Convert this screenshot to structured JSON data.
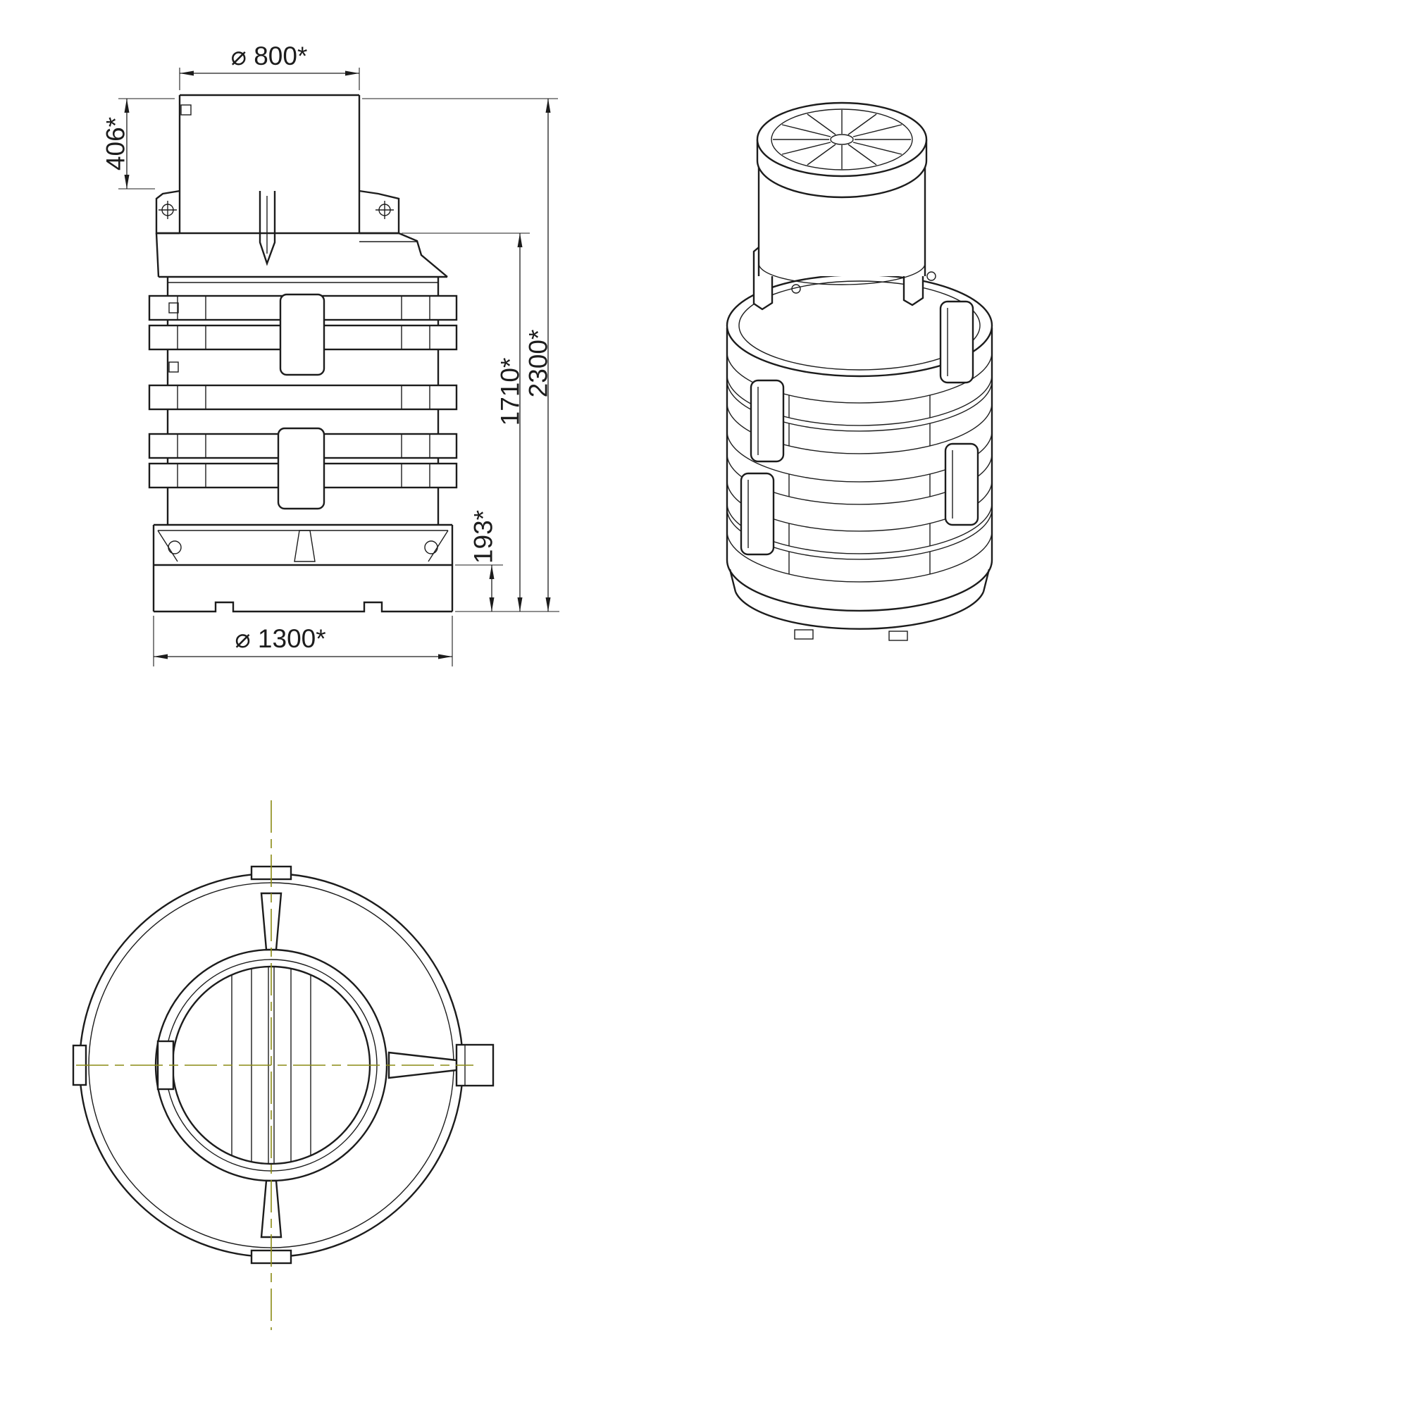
{
  "colors": {
    "background": "#ffffff",
    "line": "#1c1c1c",
    "centerline": "#8a8a14"
  },
  "dimensions": {
    "neck_diameter": "⌀ 800*",
    "neck_height": "406*",
    "body_height": "1710*",
    "overall_height": "2300*",
    "base_height": "193*",
    "body_diameter": "⌀ 1300*"
  }
}
